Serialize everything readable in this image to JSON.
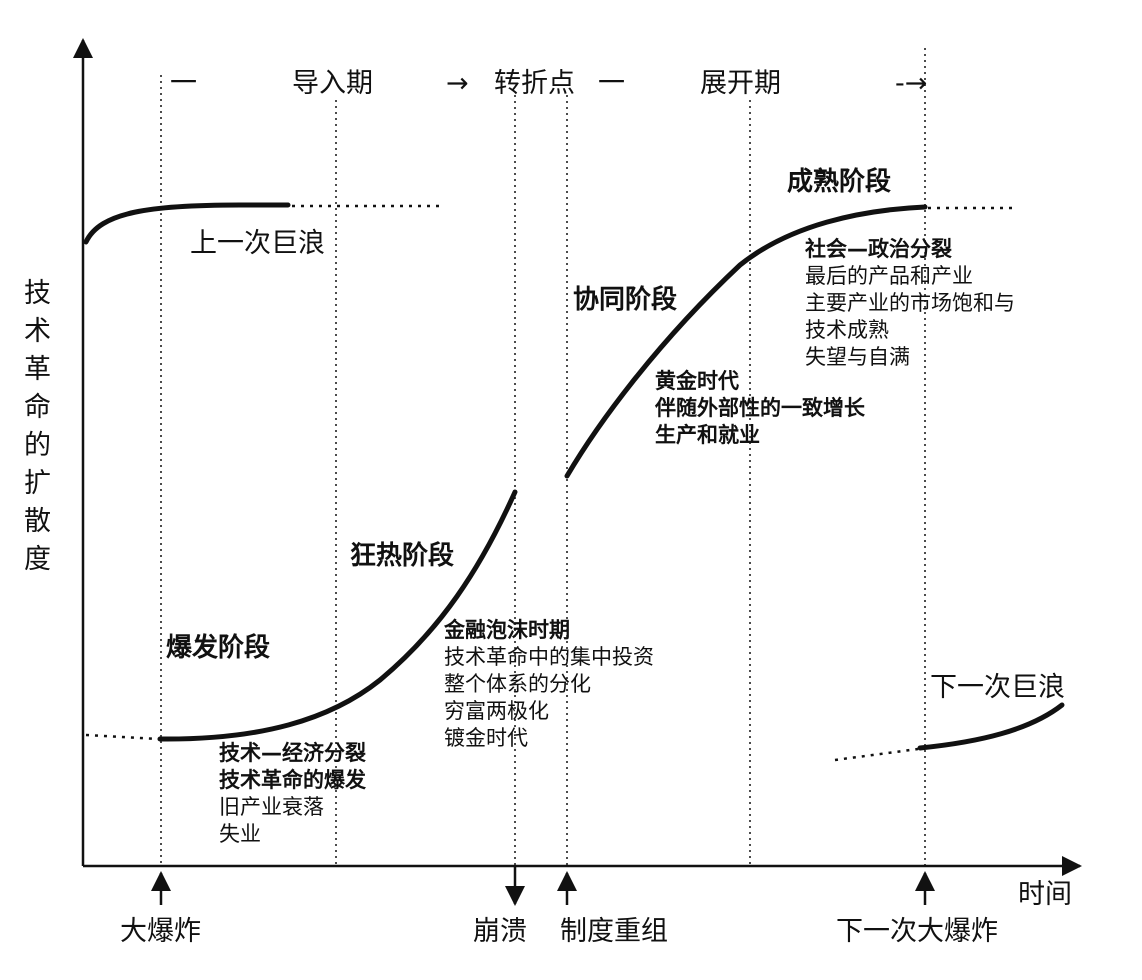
{
  "y_axis_label": "技术革命的扩散度",
  "x_axis_label": "时间",
  "period_banner": {
    "dash_left": "一",
    "installation": "导入期",
    "arrow1": "→",
    "turning_point": "转折点",
    "dash_mid": "一",
    "deployment": "展开期",
    "arrow2": "-→"
  },
  "previous_wave": "上一次巨浪",
  "next_wave": "下一次巨浪",
  "phases": {
    "irruption": {
      "title": "爆发阶段",
      "notes": [
        "技术—经济分裂",
        "技术革命的爆发",
        "旧产业衰落",
        "失业"
      ]
    },
    "frenzy": {
      "title": "狂热阶段",
      "notes": [
        "金融泡沫时期",
        "技术革命中的集中投资",
        "整个体系的分化",
        "穷富两极化",
        "镀金时代"
      ]
    },
    "synergy": {
      "title": "协同阶段",
      "notes": [
        "黄金时代",
        "伴随外部性的一致增长",
        "生产和就业"
      ]
    },
    "maturity": {
      "title": "成熟阶段",
      "notes": [
        "社会—政治分裂",
        "最后的产品和产业",
        "主要产业的市场饱和与",
        "技术成熟",
        "失望与自满"
      ]
    }
  },
  "events": {
    "big_bang": "大爆炸",
    "crash": "崩溃",
    "recomposition": "制度重组",
    "next_big_bang": "下一次大爆炸"
  }
}
